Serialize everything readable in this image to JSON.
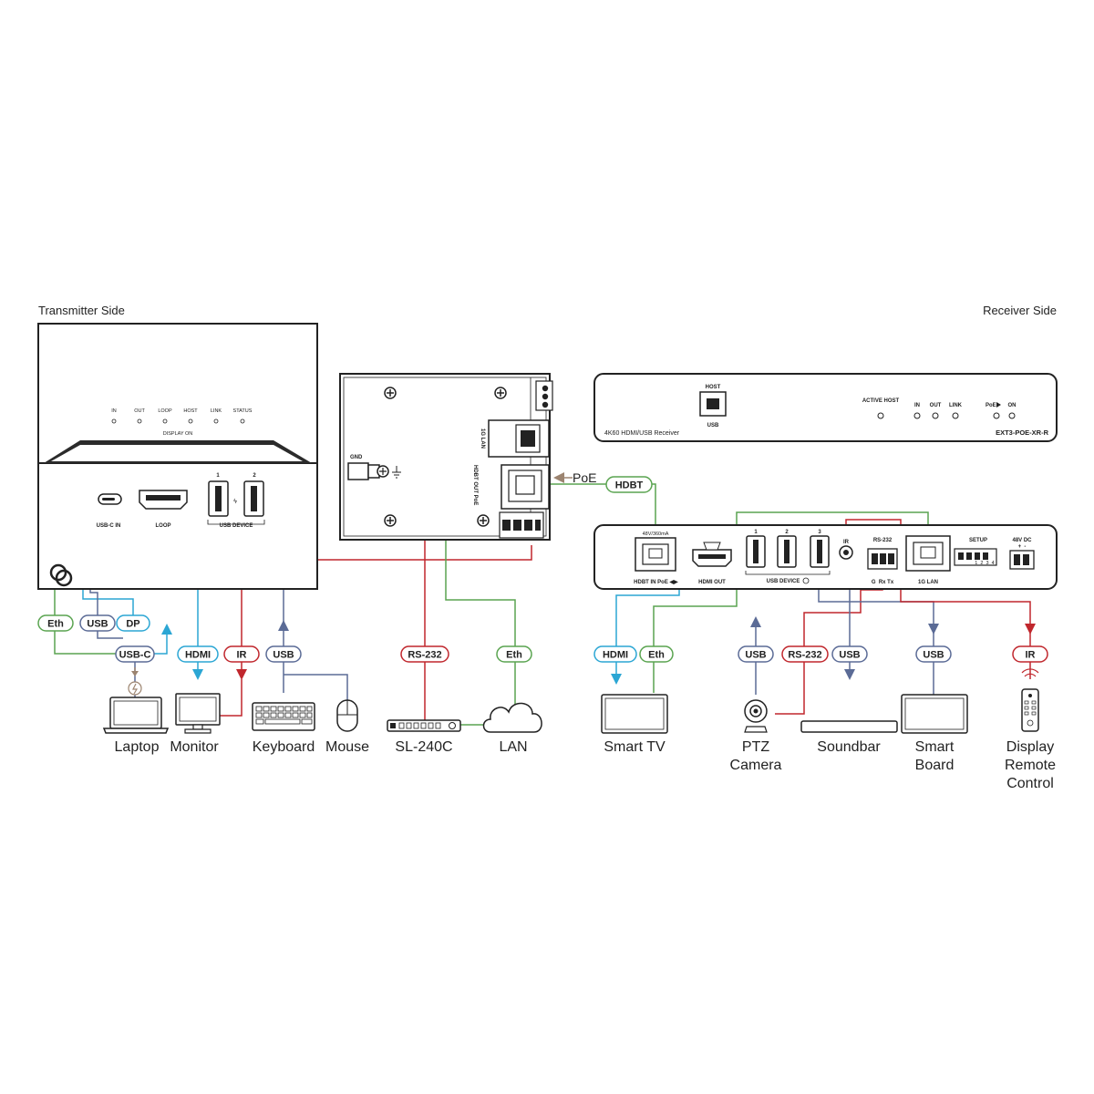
{
  "sides": {
    "transmitter": "Transmitter Side",
    "receiver": "Receiver Side"
  },
  "transmitter": {
    "leds": [
      "IN",
      "OUT",
      "LOOP",
      "HOST",
      "LINK",
      "STATUS"
    ],
    "display_on": "DISPLAY ON",
    "usbc_label": "USB-C IN",
    "loop_label": "LOOP",
    "usb_device_label": "USB DEVICE",
    "usb_port_nums": [
      "1",
      "2"
    ]
  },
  "middle_device": {
    "gnd": "GND",
    "lan_1g": "1G LAN",
    "hdbt_out": "HDBT OUT PoE"
  },
  "poe_label": "PoE",
  "receiver_front": {
    "host": "HOST",
    "usb": "USB",
    "active_host": "ACTIVE HOST",
    "leds": [
      "IN",
      "OUT",
      "LINK"
    ],
    "poe": "PoE",
    "on": "ON",
    "product_desc": "4K60 HDMI/USB Receiver",
    "model": "EXT3-POE-XR-R"
  },
  "receiver_rear": {
    "power_spec": "48V/360mA",
    "hdbt_in": "HDBT IN PoE",
    "hdmi_out": "HDMI OUT",
    "usb_device": "USB DEVICE",
    "usb_port_nums": [
      "1",
      "2",
      "3"
    ],
    "ir": "IR",
    "rs232": "RS-232",
    "rs232_pins": "G  Rx Tx",
    "lan_1g": "1G LAN",
    "setup": "SETUP",
    "setup_nums": "1  2  3  4",
    "dc": "48V DC",
    "dc_pins": "+  -"
  },
  "pills": {
    "eth_tx": "Eth",
    "usb_tx": "USB",
    "dp_tx": "DP",
    "usbc_tx": "USB-C",
    "hdmi_tx": "HDMI",
    "ir_tx": "IR",
    "usb_tx2": "USB",
    "rs232_mid": "RS-232",
    "eth_mid": "Eth",
    "hdbt": "HDBT",
    "hdmi_rx": "HDMI",
    "eth_rx": "Eth",
    "usb_rx1": "USB",
    "rs232_rx": "RS-232",
    "usb_rx2": "USB",
    "usb_rx3": "USB",
    "ir_rx": "IR"
  },
  "devices": {
    "laptop": "Laptop",
    "monitor": "Monitor",
    "keyboard": "Keyboard",
    "mouse": "Mouse",
    "sl240c": "SL-240C",
    "lan": "LAN",
    "smart_tv": "Smart TV",
    "ptz_camera": [
      "PTZ",
      "Camera"
    ],
    "soundbar": "Soundbar",
    "smart_board": [
      "Smart",
      "Board"
    ],
    "display_remote": [
      "Display",
      "Remote",
      "Control"
    ]
  },
  "colors": {
    "green": "#5aa450",
    "blue": "#2ba6d4",
    "slate": "#5b6b96",
    "red": "#c0272d",
    "brown": "#9c8470",
    "outline": "#222222"
  }
}
